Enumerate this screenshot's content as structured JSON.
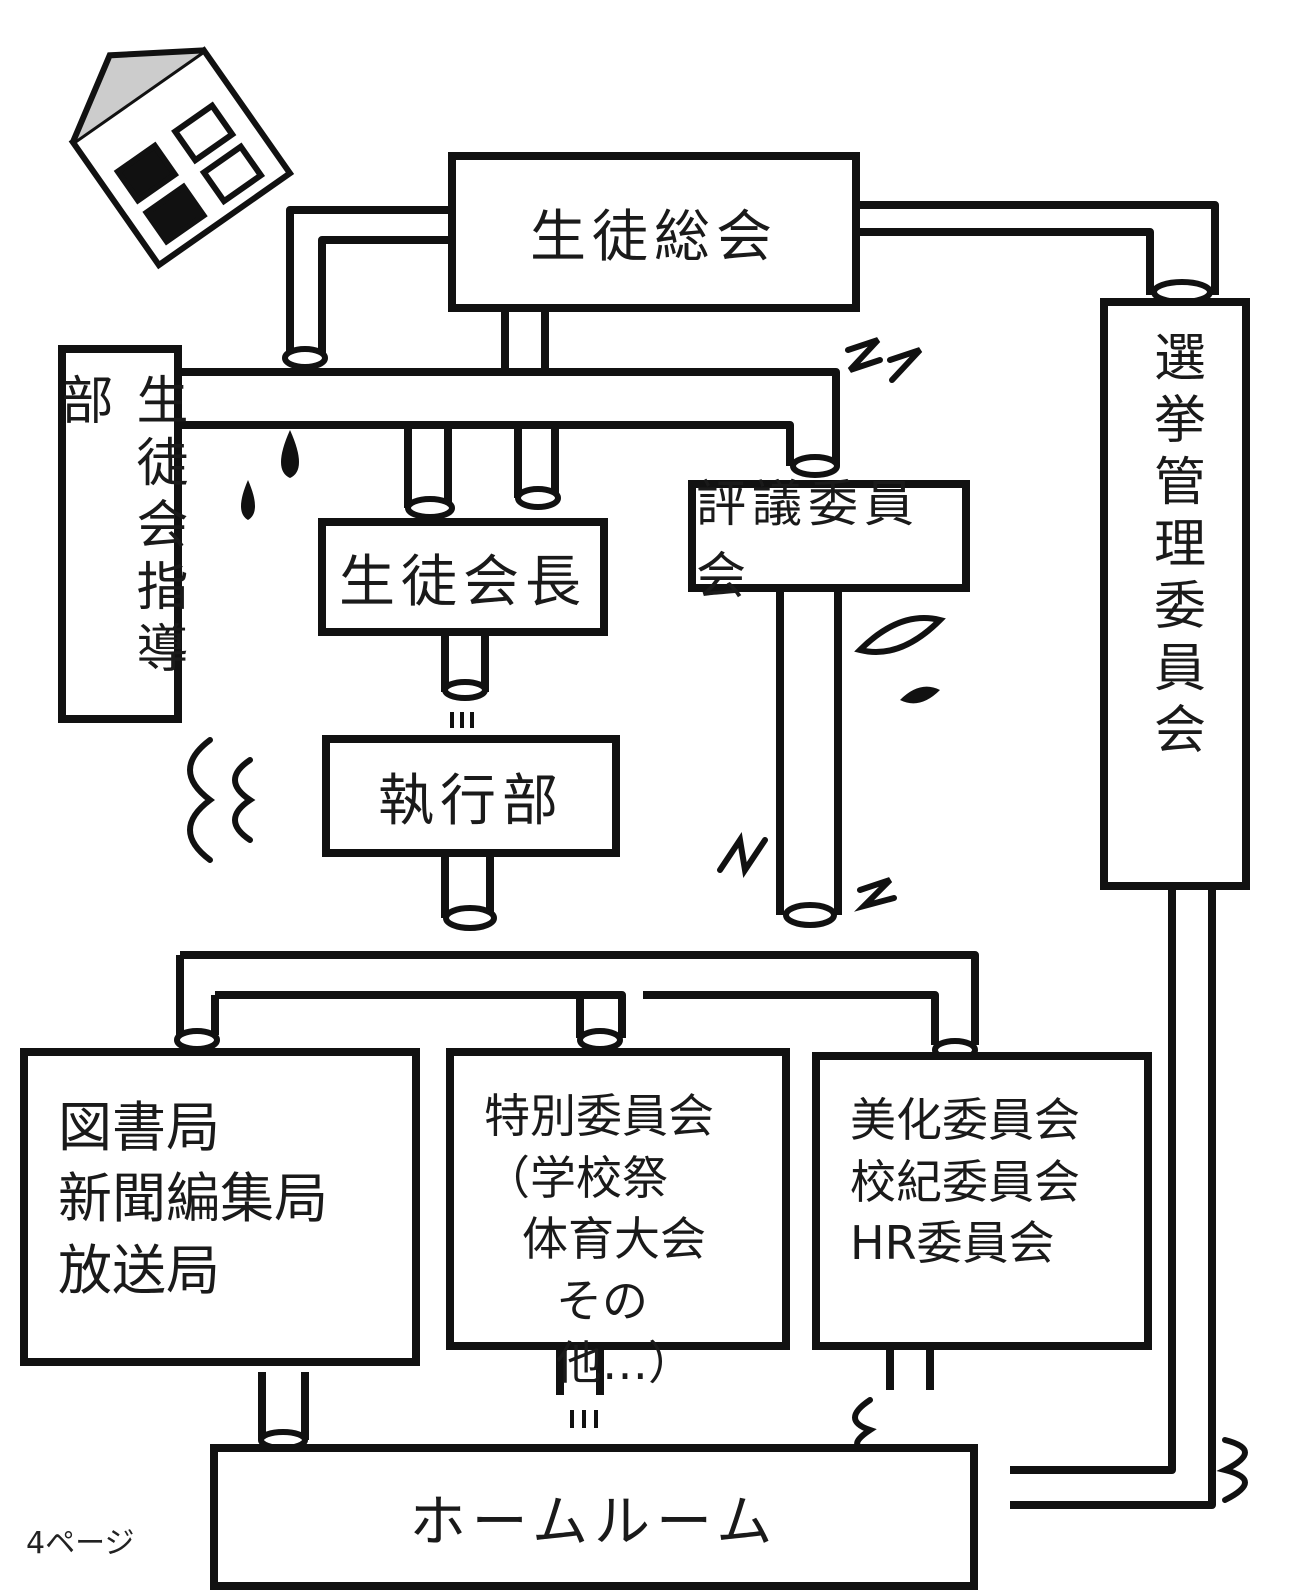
{
  "header": {
    "title": ""
  },
  "nodes": {
    "general_assembly": "生徒総会",
    "guidance": "生徒会指導部",
    "election": "選挙管理委員会",
    "president": "生徒会長",
    "council": "評議委員会",
    "executive": "執行部",
    "bureaus": [
      "図書局",
      "新聞編集局",
      "放送局"
    ],
    "special": [
      "特別委員会",
      "（学校祭",
      "体育大会",
      "その他…）"
    ],
    "committees": [
      "美化委員会",
      "校紀委員会",
      "HR委員会"
    ],
    "homeroom": "ホームルーム"
  },
  "footer": {
    "page": "4ページ"
  },
  "colors": {
    "ink": "#111111",
    "paper": "#ffffff"
  }
}
